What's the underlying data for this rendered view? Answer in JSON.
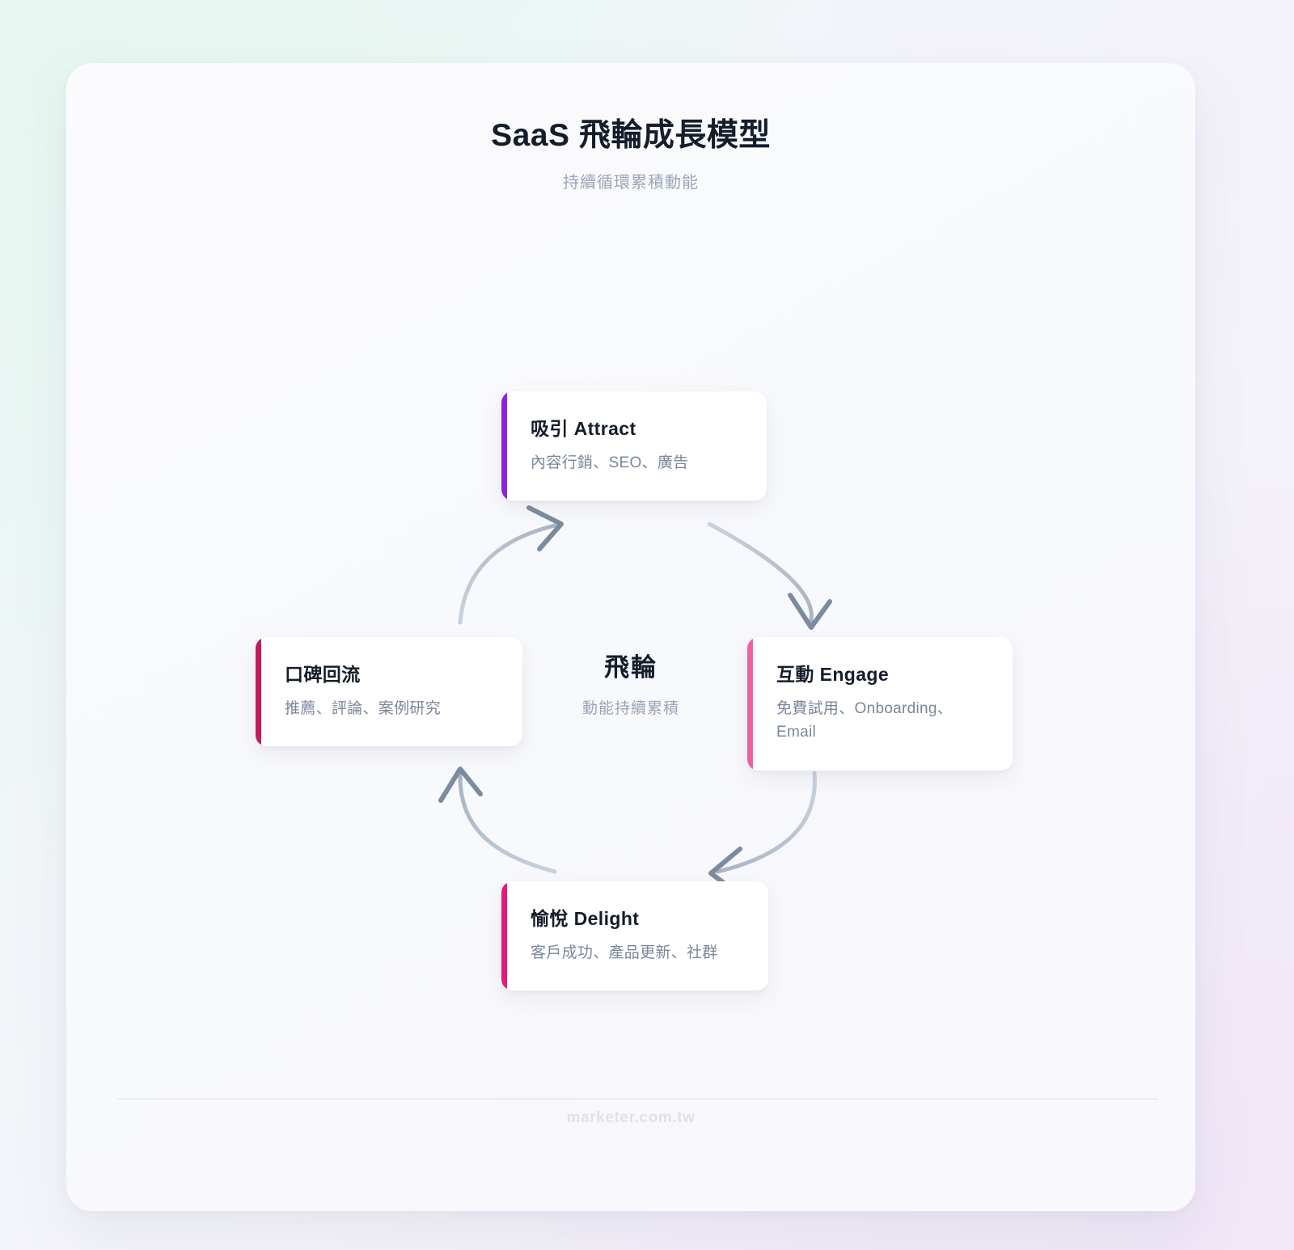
{
  "header": {
    "title": "SaaS 飛輪成長模型",
    "subtitle": "持續循環累積動能"
  },
  "hub": {
    "label": "飛輪",
    "caption": "動能持續累積"
  },
  "nodes": [
    {
      "id": "attract",
      "title": "吸引 Attract",
      "desc": "內容行銷、SEO、廣告",
      "accent": "#8A22E0"
    },
    {
      "id": "engage",
      "title": "互動 Engage",
      "desc": "免費試用、Onboarding、Email",
      "accent": "#F0609F"
    },
    {
      "id": "delight",
      "title": "愉悅 Delight",
      "desc": "客戶成功、產品更新、社群",
      "accent": "#E8197A"
    },
    {
      "id": "advocate",
      "title": "口碑回流",
      "desc": "推薦、評論、案例研究",
      "accent": "#C41A5E"
    }
  ],
  "arrows": [
    {
      "id": "attract-to-engage",
      "from": "attract",
      "to": "engage"
    },
    {
      "id": "engage-to-delight",
      "from": "engage",
      "to": "delight"
    },
    {
      "id": "delight-to-advocate",
      "from": "delight",
      "to": "advocate"
    },
    {
      "id": "advocate-to-attract",
      "from": "advocate",
      "to": "attract"
    }
  ],
  "footer": {
    "credit": "marketer.com.tw"
  },
  "theme": {
    "arrow_color": "#b9c2d0",
    "arrow_head_color": "#7d8b9e",
    "title_color": "#151d2b",
    "muted_color": "#9aa5b8",
    "card_background": "#ffffff",
    "panel_background": "#f9fafc"
  }
}
